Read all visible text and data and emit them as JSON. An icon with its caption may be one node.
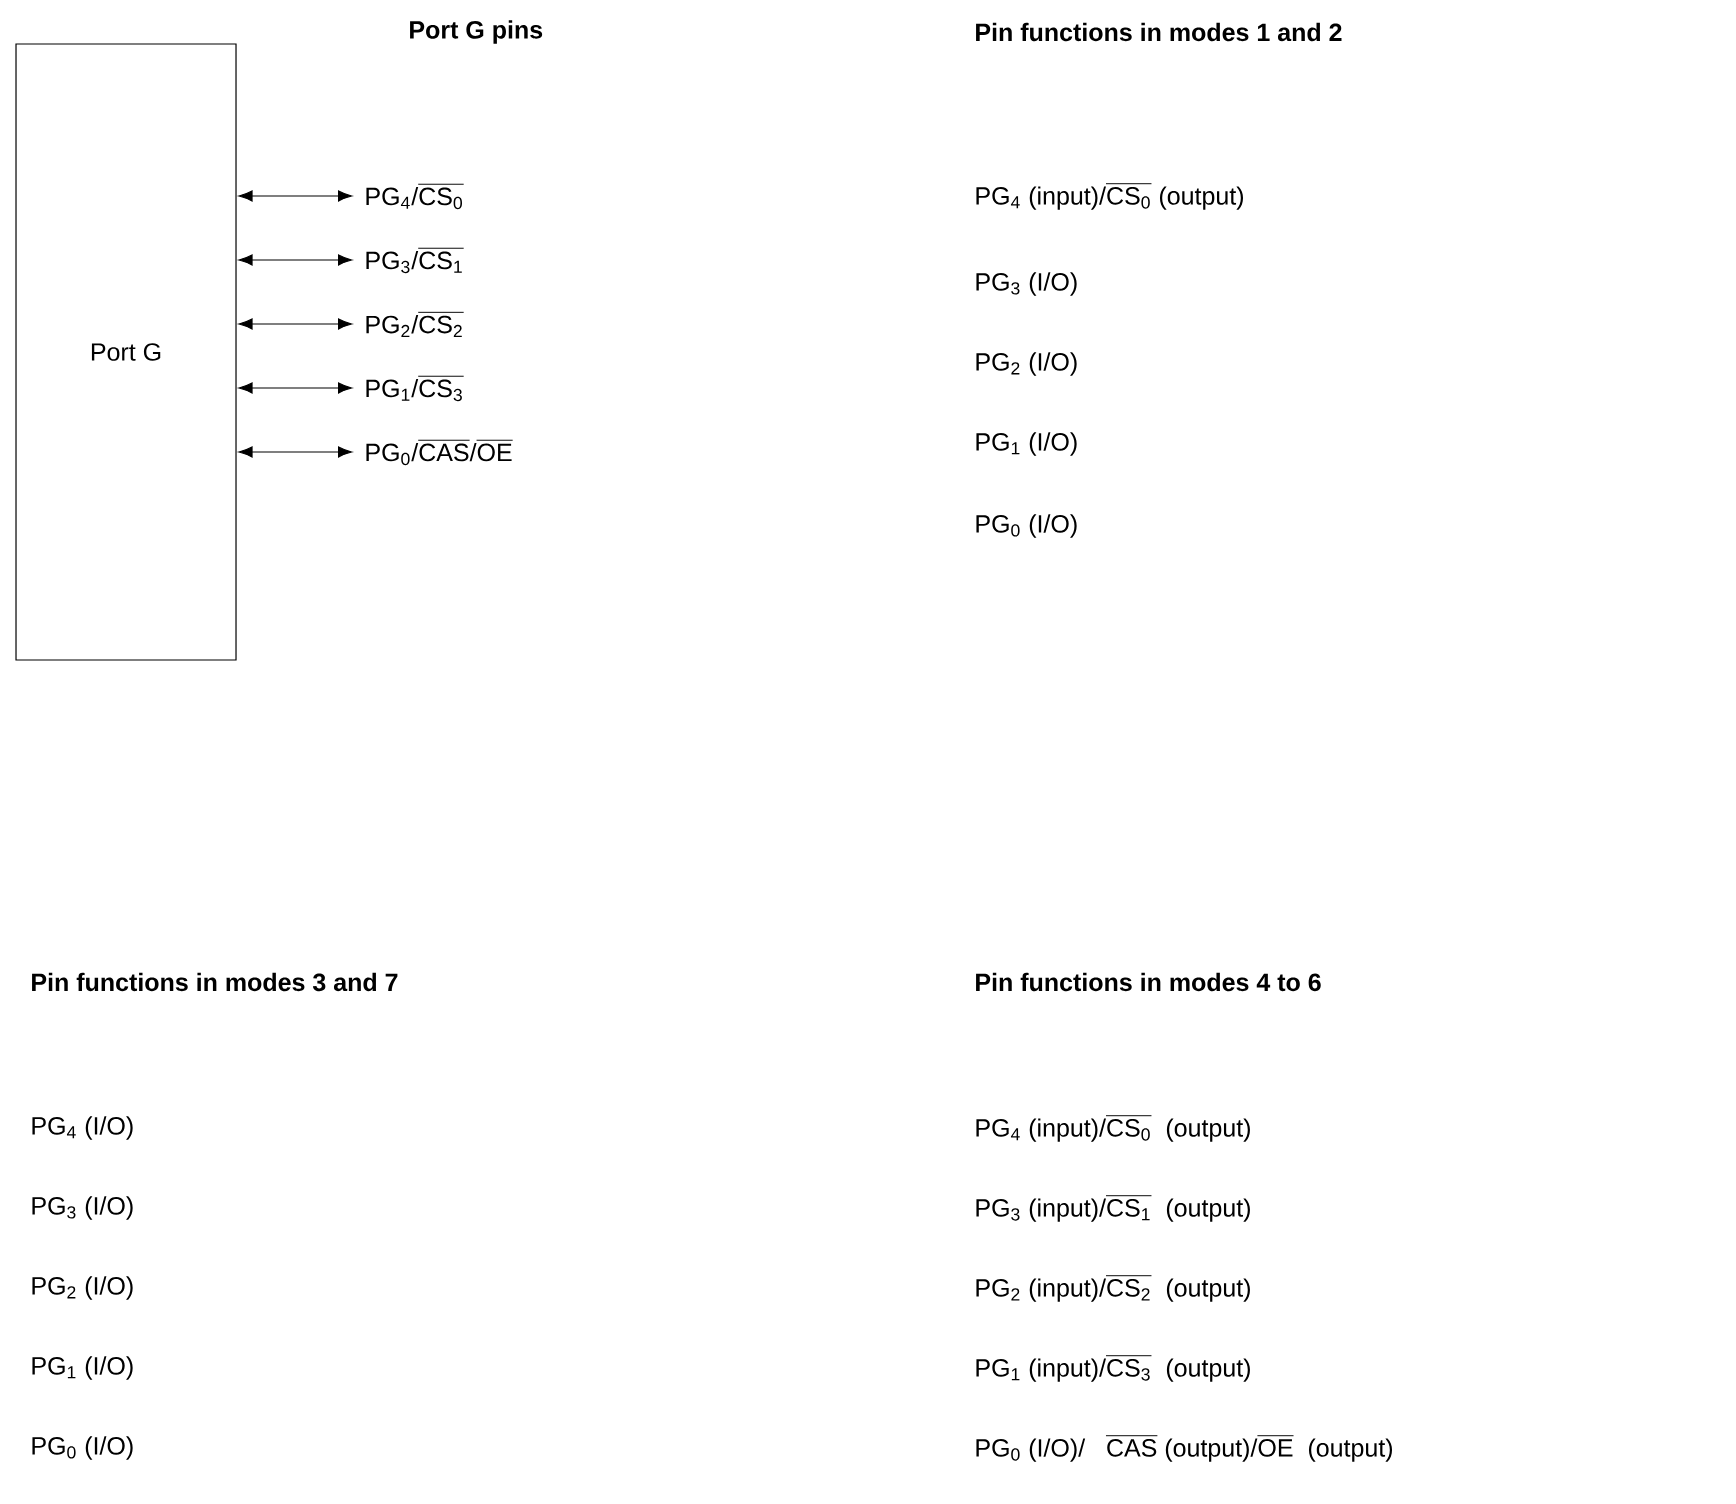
{
  "diagram": {
    "nodes": [
      {
        "text": [
          "Port G"
        ]
      },
      {
        "text": [
          "\\text{PG}_{\\text{4}}\\text{/}\\overline{\\text{CS}_{\\text{0}}}"
        ]
      },
      {
        "text": [
          "\\text{PG}_{\\text{3}}\\text{/}\\overline{\\text{CS}_{\\text{1}}}"
        ]
      },
      {
        "text": [
          "\\text{PG}_{\\text{2}}\\text{/}\\overline{\\text{CS}_{\\text{2}}}"
        ]
      },
      {
        "text": [
          "\\text{PG}_{\\text{1}}\\text{/}\\overline{\\text{CS}_{\\text{3}}}"
        ]
      },
      {
        "text": [
          "\\text{PG}_{\\text{0}}\\text{/}\\overline{\\text{CAS}}\\text{/}\\overline{\\text{OE}}"
        ]
      }
    ],
    "edges": [
      {
        "from": 0,
        "to": 1,
        "arrow": "both"
      },
      {
        "from": 0,
        "to": 2,
        "arrow": "both"
      },
      {
        "from": 0,
        "to": 3,
        "arrow": "both"
      },
      {
        "from": 0,
        "to": 4,
        "arrow": "both"
      },
      {
        "from": 0,
        "to": 5,
        "arrow": "both"
      }
    ],
    "labels": [
      "Port G pins",
      "Pin functions in modes 1 and 2",
      "\\text{PG}_{\\text{4}}\\text{ (input)/}\\overline{\\text{CS}_{\\text{0}}}\\text{ (output)}",
      "\\text{PG}_{\\text{3}}\\text{ (I/O)}",
      "\\text{PG}_{\\text{2}}\\text{ (I/O)}",
      "\\text{PG}_{\\text{1}}\\text{ (I/O)}",
      "\\text{PG}_{\\text{0}}\\text{ (I/O)}",
      "Pin functions in modes 3 and 7",
      "Pin functions in modes 4 to 6",
      "\\text{PG}_{\\text{4}}\\text{ (I/O)}",
      "\\text{PG}_{\\text{4}}\\text{ (input)/}\\overline{\\text{CS}_{\\text{0}}}\\text{\\ \\ (output)}",
      "\\text{PG}_{\\text{3}}\\text{ (I/O)}",
      "\\text{PG}_{\\text{3}}\\text{ (input)/}\\overline{\\text{CS}_{\\text{1}}}\\text{\\ \\ (output)}",
      "\\text{PG}_{\\text{2}}\\text{ (I/O)}",
      "\\text{PG}_{\\text{2}}\\text{ (input)/}\\overline{\\text{CS}_{\\text{2}}}\\text{\\ \\ (output)}",
      "\\text{PG}_{\\text{1}}\\text{ (I/O)}",
      "\\text{PG}_{\\text{1}}\\text{ (input)/}\\overline{\\text{CS}_{\\text{3}}}\\text{\\ \\ (output)}",
      "\\text{PG}_{\\text{0}}\\text{ (I/O)}",
      "\\text{PG}_{\\text{0}}\\text{ (I/O)/\\ \\ \\ }\\overline{\\text{CAS}}\\text{ (output)/}\\overline{\\text{OE}}\\text{\\ \\ (output)}"
    ]
  }
}
